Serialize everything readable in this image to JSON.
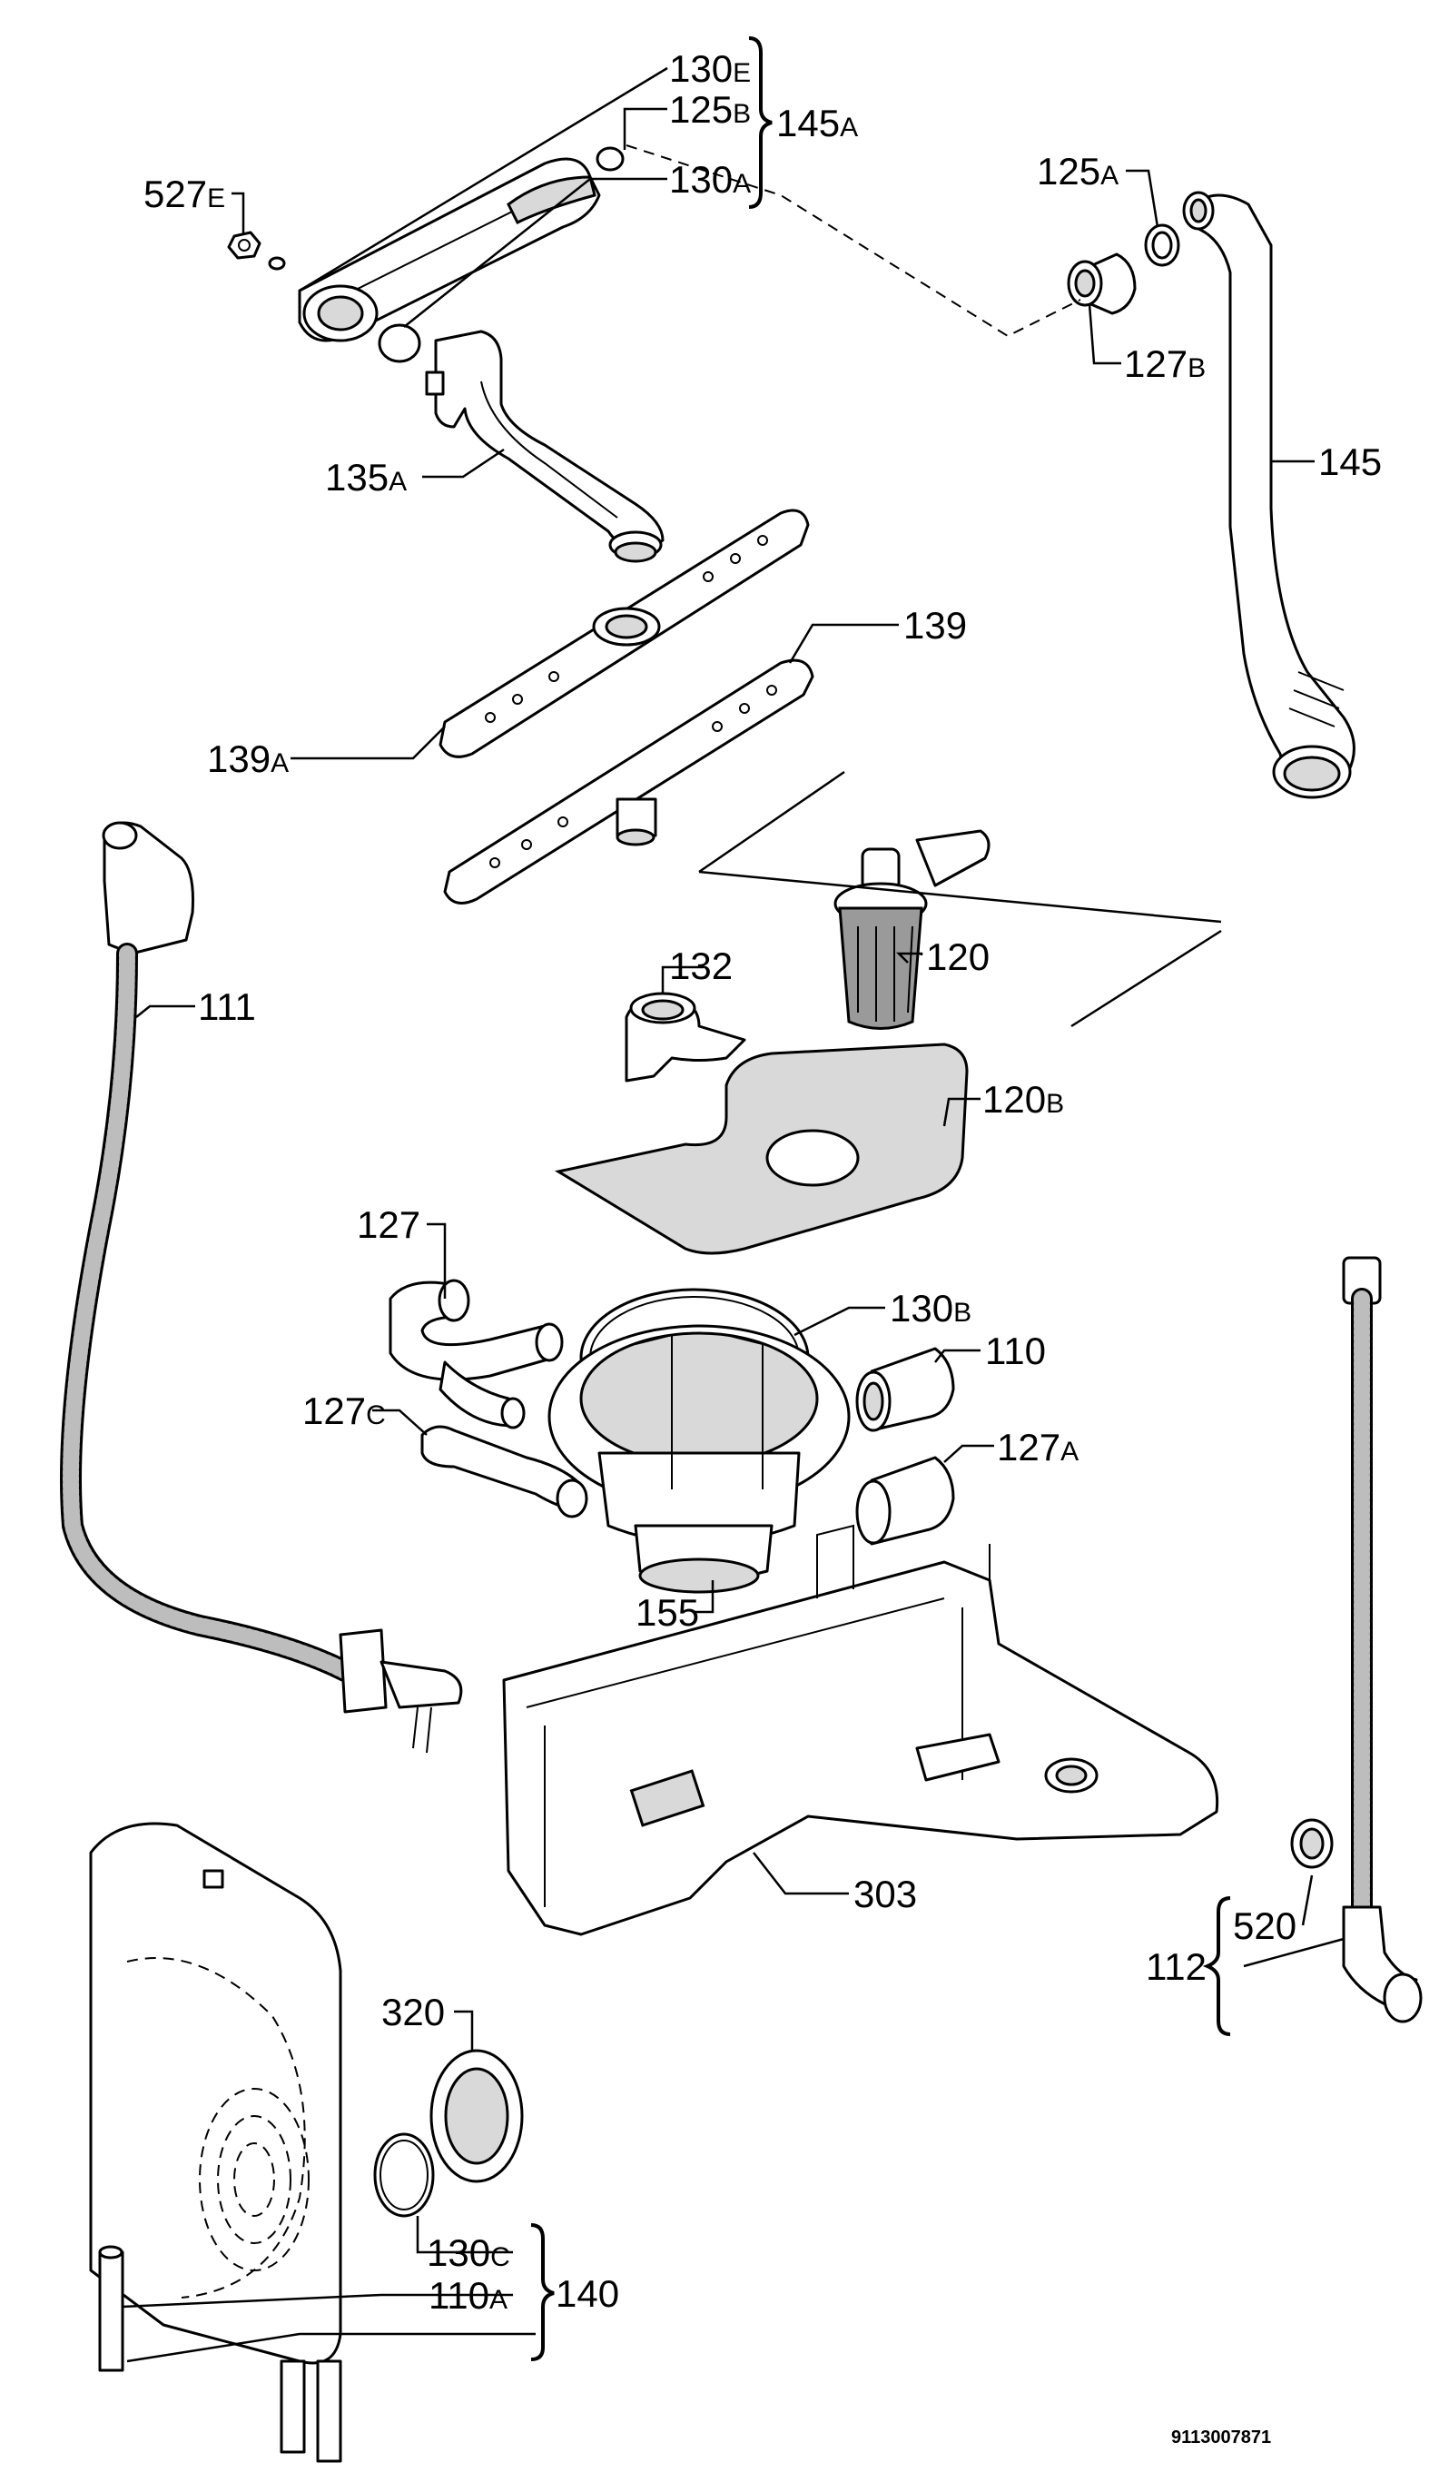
{
  "labels": {
    "p130E": {
      "num": "130",
      "suffix": "E"
    },
    "p125B": {
      "num": "125",
      "suffix": "B"
    },
    "p145A": {
      "num": "145",
      "suffix": "A"
    },
    "p130A": {
      "num": "130",
      "suffix": "A"
    },
    "p527E": {
      "num": "527",
      "suffix": "E"
    },
    "p125A": {
      "num": "125",
      "suffix": "A"
    },
    "p127B": {
      "num": "127",
      "suffix": "B"
    },
    "p145": {
      "num": "145",
      "suffix": ""
    },
    "p135A": {
      "num": "135",
      "suffix": "A"
    },
    "p139": {
      "num": "139",
      "suffix": ""
    },
    "p139A": {
      "num": "139",
      "suffix": "A"
    },
    "p111": {
      "num": "111",
      "suffix": ""
    },
    "p132": {
      "num": "132",
      "suffix": ""
    },
    "p120": {
      "num": "120",
      "suffix": ""
    },
    "p120B": {
      "num": "120",
      "suffix": "B"
    },
    "p127": {
      "num": "127",
      "suffix": ""
    },
    "p130B": {
      "num": "130",
      "suffix": "B"
    },
    "p110": {
      "num": "110",
      "suffix": ""
    },
    "p127C": {
      "num": "127",
      "suffix": "C"
    },
    "p127A": {
      "num": "127",
      "suffix": "A"
    },
    "p155": {
      "num": "155",
      "suffix": ""
    },
    "p303": {
      "num": "303",
      "suffix": ""
    },
    "p112": {
      "num": "112",
      "suffix": ""
    },
    "p520": {
      "num": "520",
      "suffix": ""
    },
    "p320": {
      "num": "320",
      "suffix": ""
    },
    "p130C": {
      "num": "130",
      "suffix": "C"
    },
    "p110A": {
      "num": "110",
      "suffix": "A"
    },
    "p140": {
      "num": "140",
      "suffix": ""
    }
  },
  "drawing_code": "9113007871"
}
